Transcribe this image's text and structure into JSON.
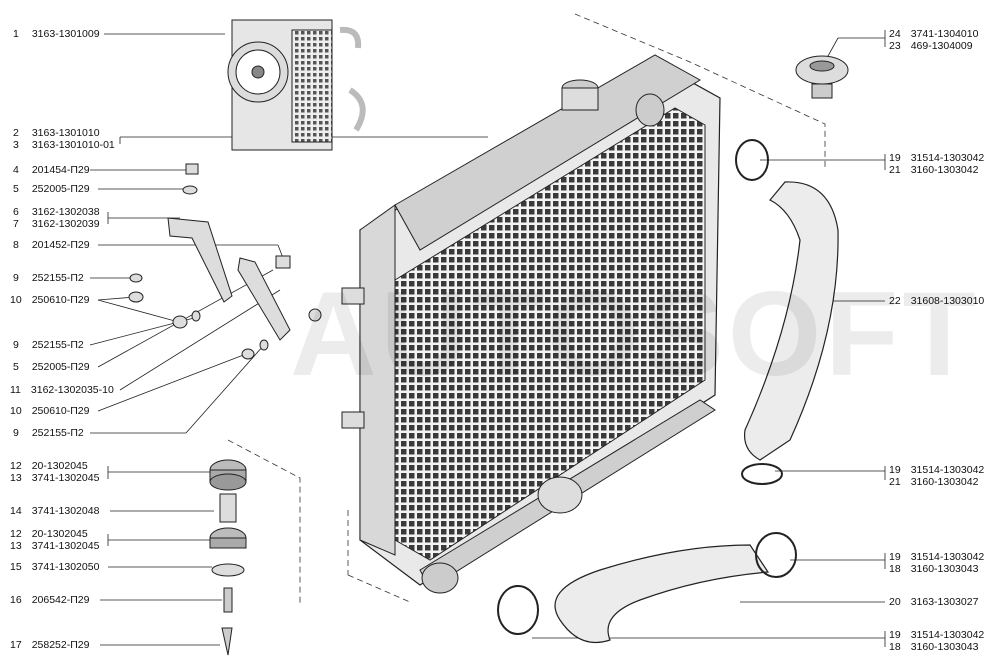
{
  "watermark": "AUTOSOFT",
  "left_callouts": [
    {
      "num": "1",
      "code": "3163-1301009"
    },
    {
      "num": "2",
      "code": "3163-1301010"
    },
    {
      "num": "3",
      "code": "3163-1301010-01"
    },
    {
      "num": "4",
      "code": "201454-П29"
    },
    {
      "num": "5",
      "code": "252005-П29"
    },
    {
      "num": "6",
      "code": "3162-1302038"
    },
    {
      "num": "7",
      "code": "3162-1302039"
    },
    {
      "num": "8",
      "code": "201452-П29"
    },
    {
      "num": "9",
      "code": "252155-П2"
    },
    {
      "num": "10",
      "code": "250610-П29"
    },
    {
      "num": "9",
      "code": "252155-П2"
    },
    {
      "num": "5",
      "code": "252005-П29"
    },
    {
      "num": "11",
      "code": "3162-1302035-10"
    },
    {
      "num": "10",
      "code": "250610-П29"
    },
    {
      "num": "9",
      "code": "252155-П2"
    },
    {
      "num": "12",
      "code": "20-1302045"
    },
    {
      "num": "13",
      "code": "3741-1302045"
    },
    {
      "num": "14",
      "code": "3741-1302048"
    },
    {
      "num": "12",
      "code": "20-1302045"
    },
    {
      "num": "13",
      "code": "3741-1302045"
    },
    {
      "num": "15",
      "code": "3741-1302050"
    },
    {
      "num": "16",
      "code": "206542-П29"
    },
    {
      "num": "17",
      "code": "258252-П29"
    }
  ],
  "right_callouts": [
    {
      "num": "24",
      "code": "3741-1304010"
    },
    {
      "num": "23",
      "code": "469-1304009"
    },
    {
      "num": "19",
      "code": "31514-1303042"
    },
    {
      "num": "21",
      "code": "3160-1303042"
    },
    {
      "num": "22",
      "code": "31608-1303010"
    },
    {
      "num": "19",
      "code": "31514-1303042"
    },
    {
      "num": "21",
      "code": "3160-1303042"
    },
    {
      "num": "19",
      "code": "31514-1303042"
    },
    {
      "num": "18",
      "code": "3160-1303043"
    },
    {
      "num": "20",
      "code": "3163-1303027"
    },
    {
      "num": "19",
      "code": "31514-1303042"
    },
    {
      "num": "18",
      "code": "3160-1303043"
    }
  ]
}
